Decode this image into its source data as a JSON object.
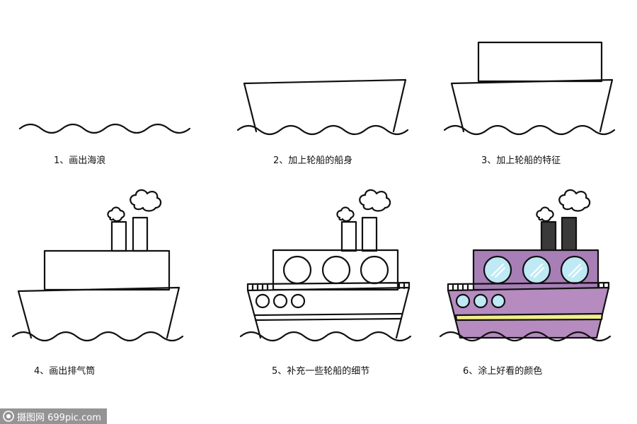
{
  "steps": [
    {
      "caption": "1、画出海浪"
    },
    {
      "caption": "2、加上轮船的船身"
    },
    {
      "caption": "3、加上轮船的特征"
    },
    {
      "caption": "4、画出排气筒"
    },
    {
      "caption": "5、补充一些轮船的细节"
    },
    {
      "caption": "6、涂上好看的颜色"
    }
  ],
  "watermark": {
    "text": "摄图网 699pic.com",
    "logo_icon": "camera-lens-icon"
  },
  "colors": {
    "outline": "#111111",
    "hull_fill": "#b58bc0",
    "cabin_fill": "#a77fb6",
    "stripe": "#f2ee8a",
    "porthole": "#bfeaf5",
    "funnel": "#3a3a3a"
  }
}
